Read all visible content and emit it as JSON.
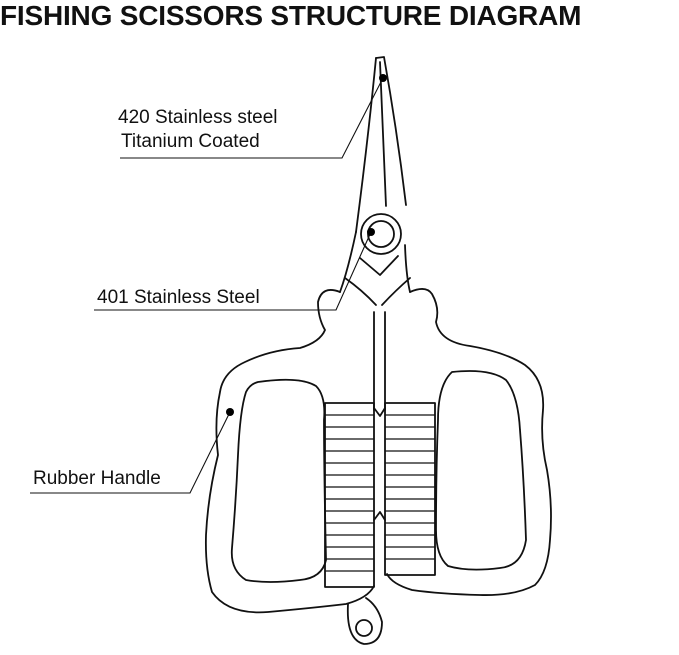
{
  "title": "FISHING SCISSORS STRUCTURE DIAGRAM",
  "callouts": [
    {
      "id": "blade-material",
      "lines": [
        "420 Stainless steel",
        "Titanium Coated"
      ]
    },
    {
      "id": "pivot-material",
      "lines": [
        "401 Stainless Steel"
      ]
    },
    {
      "id": "handle-material",
      "lines": [
        "Rubber Handle"
      ]
    }
  ],
  "colors": {
    "ink": "#111111",
    "background": "#ffffff"
  }
}
